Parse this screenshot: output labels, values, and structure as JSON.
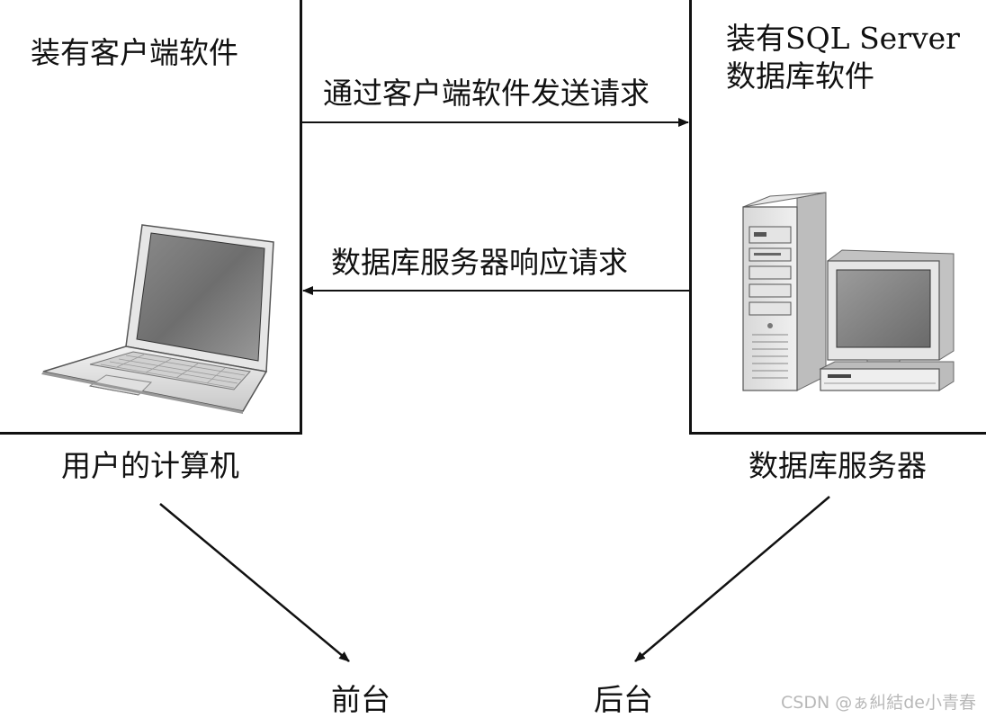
{
  "client": {
    "title": "装有客户端软件",
    "caption": "用户的计算机",
    "icon": "laptop-icon"
  },
  "server": {
    "title": "装有SQL Server\n数据库软件",
    "caption": "数据库服务器",
    "icon": "server-tower-with-monitor-icon"
  },
  "arrows": {
    "request": "通过客户端软件发送请求",
    "response": "数据库服务器响应请求"
  },
  "tiers": {
    "frontend": "前台",
    "backend": "后台"
  },
  "watermark": "CSDN @ぁ糾結de小青春"
}
